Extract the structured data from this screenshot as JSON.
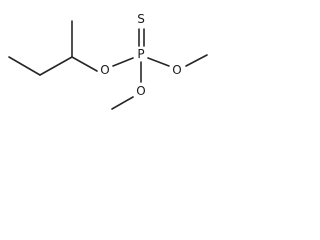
{
  "molecule": {
    "atoms": {
      "sulfur": "S",
      "phosphorus": "P",
      "oxygen_ester": "O",
      "oxygen_methoxy_right": "O",
      "oxygen_methoxy_lower": "O"
    }
  },
  "colors": {
    "bond": "#262626",
    "text": "#1a1a1a",
    "background": "#ffffff"
  }
}
